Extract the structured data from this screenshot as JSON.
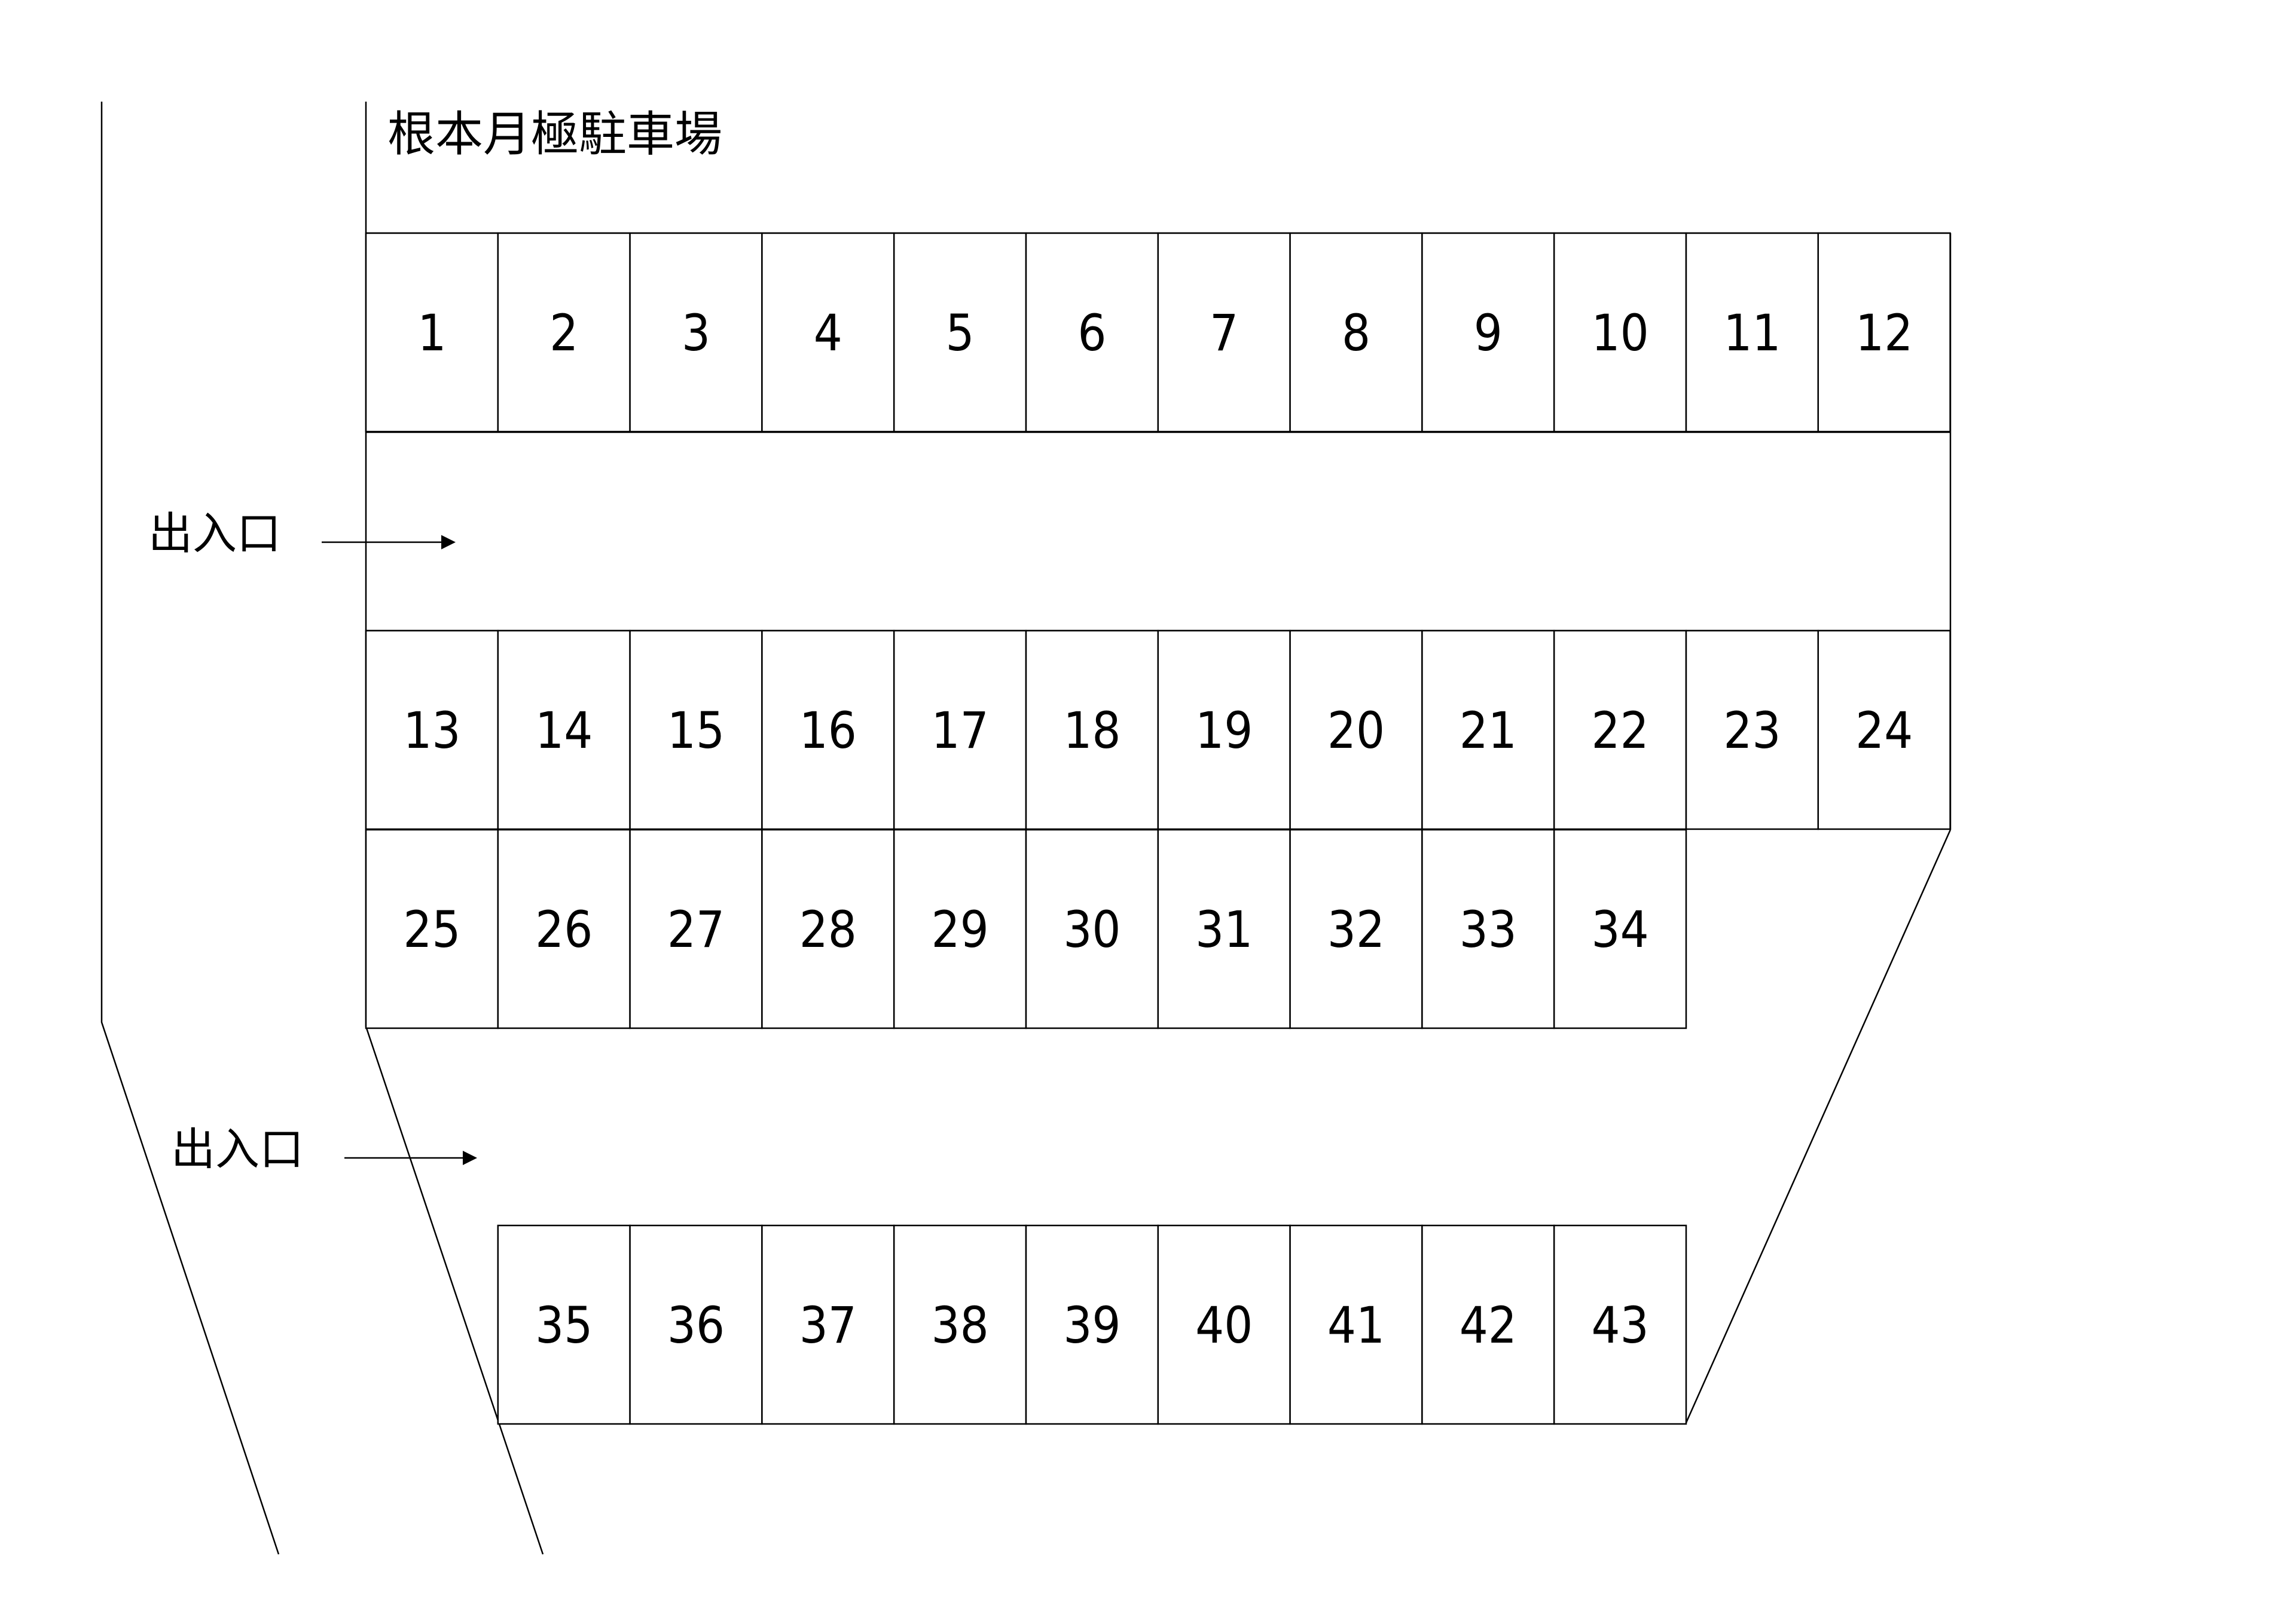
{
  "lot_title": "根本月極駐車場",
  "entrances": [
    {
      "label": "出入口"
    },
    {
      "label": "出入口"
    }
  ],
  "stall_rows": [
    {
      "stalls": [
        "1",
        "2",
        "3",
        "4",
        "5",
        "6",
        "7",
        "8",
        "9",
        "10",
        "11",
        "12"
      ]
    },
    {
      "stalls": [
        "13",
        "14",
        "15",
        "16",
        "17",
        "18",
        "19",
        "20",
        "21",
        "22",
        "23",
        "24"
      ]
    },
    {
      "stalls": [
        "25",
        "26",
        "27",
        "28",
        "29",
        "30",
        "31",
        "32",
        "33",
        "34"
      ]
    },
    {
      "stalls": [
        "35",
        "36",
        "37",
        "38",
        "39",
        "40",
        "41",
        "42",
        "43"
      ]
    }
  ]
}
